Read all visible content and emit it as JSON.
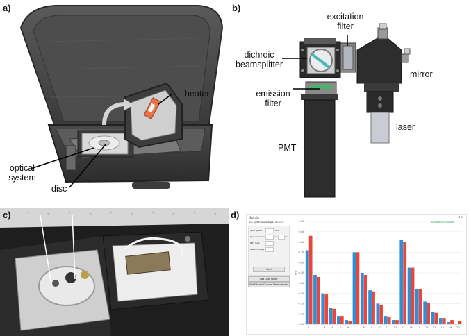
{
  "panels": {
    "a": {
      "label": "a)",
      "callouts": {
        "heater": "heater",
        "optical_system": "optical system",
        "disc": "disc"
      }
    },
    "b": {
      "label": "b)",
      "callouts": {
        "excitation_filter": "excitation filter",
        "dichroic": "dichroic beamsplitter",
        "emission_filter": "emission filter",
        "mirror": "mirror",
        "laser": "laser",
        "pmt": "PMT"
      }
    },
    "c": {
      "label": "c)"
    },
    "d": {
      "label": "d)"
    }
  },
  "software": {
    "app_title": "SpinDx",
    "tabs": [
      "Run Spin",
      "Sample Setup",
      "Load Protocol"
    ],
    "status_text": "Device connected",
    "form_rows": [
      "Spin Speed",
      "Spin Duration",
      "PMT Gain",
      "Laser Voltage"
    ],
    "form_units": [
      "RPM",
      "sec",
      "sec"
    ],
    "start_button": "Start",
    "buttons": [
      "Add Data Folder",
      "Add Filtered Channel Measurement"
    ],
    "window_controls": "– ☐ ✕"
  },
  "chart_data": {
    "type": "bar",
    "xlabel": "",
    "ylabel": "RFU",
    "ylim": [
      0,
      1.0
    ],
    "yticks": [
      "0.00",
      "0.10",
      "0.20",
      "0.30",
      "0.40",
      "0.50",
      "0.60",
      "0.70",
      "0.80",
      "0.90",
      "1.00"
    ],
    "categories": [
      "1",
      "2",
      "3",
      "4",
      "5",
      "6",
      "7",
      "8",
      "9",
      "10",
      "11",
      "12",
      "13",
      "14",
      "15",
      "16",
      "17",
      "18",
      "19",
      "20"
    ],
    "series": [
      {
        "color": "#2e8fd6",
        "values": [
          0.72,
          0.48,
          0.3,
          0.16,
          0.08,
          0.04,
          0.7,
          0.5,
          0.33,
          0.2,
          0.08,
          0.04,
          0.82,
          0.55,
          0.34,
          0.22,
          0.12,
          0.06,
          0.02,
          0.0
        ]
      },
      {
        "color": "#e8453c",
        "values": [
          0.86,
          0.46,
          0.29,
          0.15,
          0.08,
          0.03,
          0.7,
          0.48,
          0.32,
          0.19,
          0.07,
          0.04,
          0.8,
          0.55,
          0.34,
          0.21,
          0.11,
          0.06,
          0.04,
          0.03
        ]
      }
    ],
    "legend": "none",
    "grid": true
  }
}
